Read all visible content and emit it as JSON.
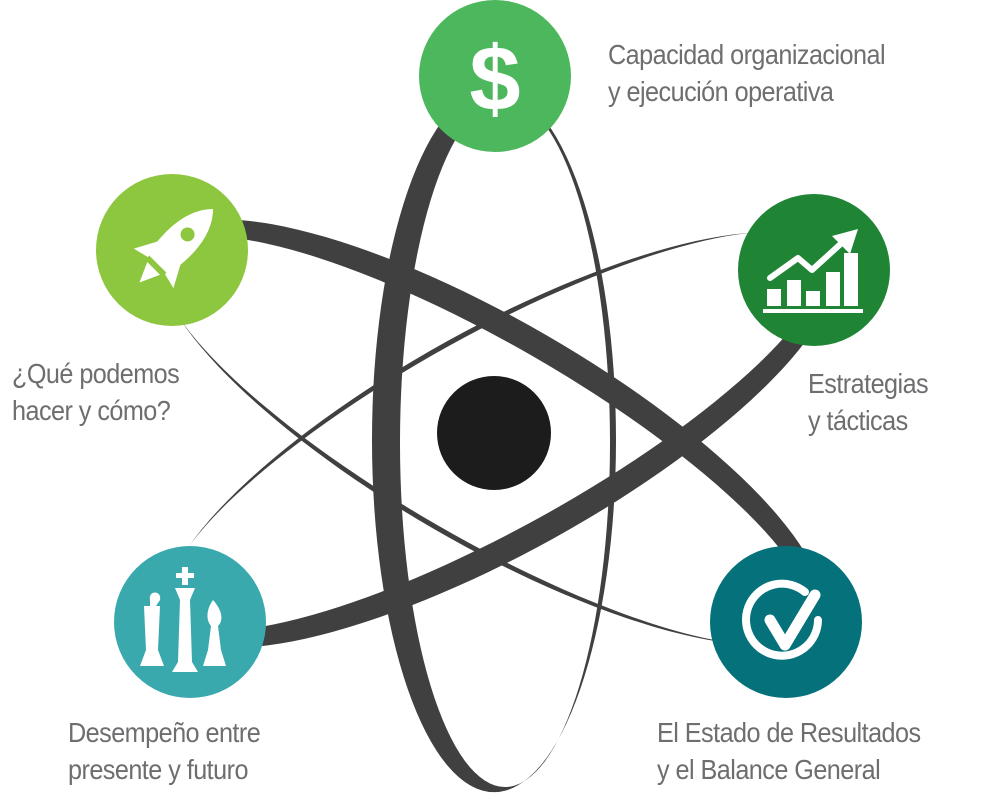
{
  "colors": {
    "orbit": "#404040",
    "nucleus": "#1c1c1c",
    "capacidad": "#4cb75c",
    "que_podemos": "#8dc63f",
    "estrategias": "#1f8535",
    "desempeno": "#3aa9ae",
    "estado": "#05717b",
    "text": "#6d6e70"
  },
  "nodes": [
    {
      "icon": "dollar-icon",
      "lines": [
        "Capacidad organizacional",
        "y ejecución operativa"
      ]
    },
    {
      "icon": "rocket-icon",
      "lines": [
        "¿Qué podemos",
        "hacer y cómo?"
      ]
    },
    {
      "icon": "growth-chart-icon",
      "lines": [
        "Estrategias",
        "y tácticas"
      ]
    },
    {
      "icon": "chess-icon",
      "lines": [
        "Desempeño entre",
        "presente y futuro"
      ]
    },
    {
      "icon": "check-circle-icon",
      "lines": [
        "El Estado de Resultados",
        "y el Balance General"
      ]
    }
  ]
}
